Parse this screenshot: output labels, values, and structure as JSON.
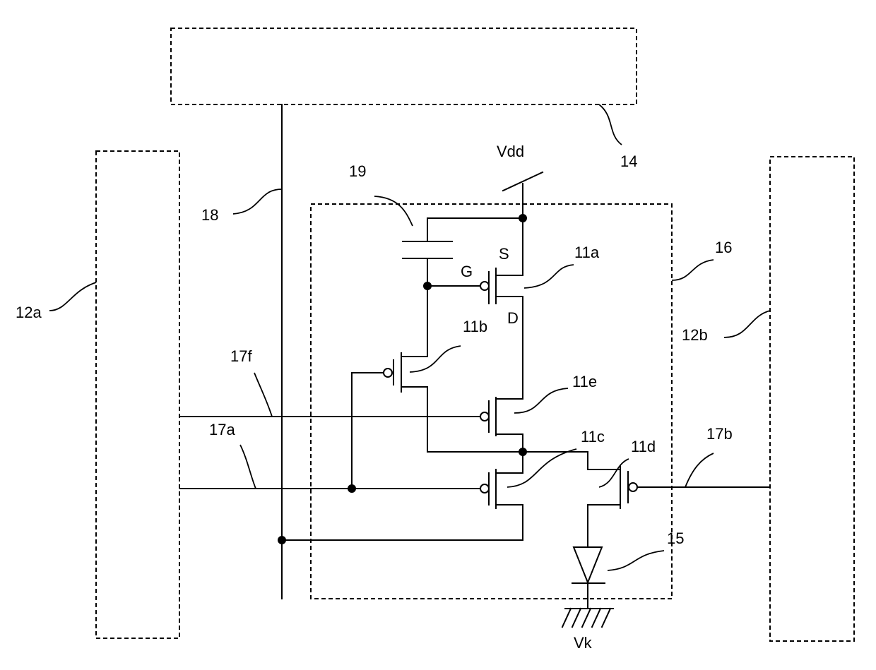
{
  "labels": {
    "ref_14": "14",
    "vdd": "Vdd",
    "ref_19": "19",
    "ref_18": "18",
    "ref_16": "16",
    "terminal_s": "S",
    "terminal_g": "G",
    "terminal_d": "D",
    "ref_11a": "11a",
    "ref_11b": "11b",
    "ref_11e": "11e",
    "ref_11c": "11c",
    "ref_11d": "11d",
    "ref_12a": "12a",
    "ref_12b": "12b",
    "ref_17f": "17f",
    "ref_17a": "17a",
    "ref_17b": "17b",
    "ref_15": "15",
    "vk": "Vk"
  }
}
